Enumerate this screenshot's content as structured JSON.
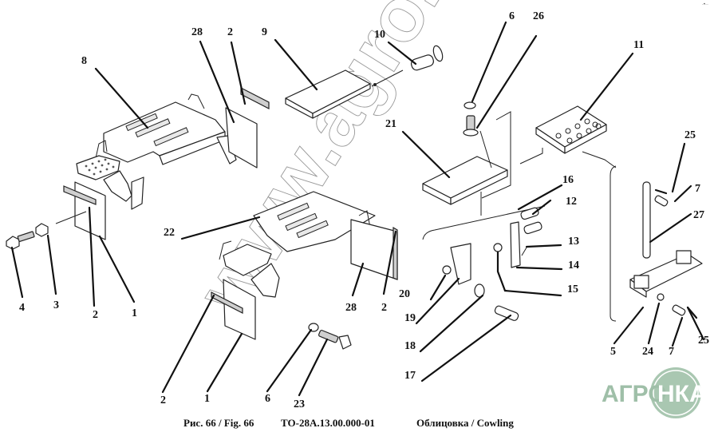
{
  "figure": {
    "caption_fig": "Рис. 66 / Fig. 66",
    "caption_code": "ТО-28А.13.00.000-01",
    "caption_title": "Облицовка / Cowling"
  },
  "watermark": {
    "text": "www.agro.by"
  },
  "logo": {
    "left_text": "АГРО",
    "right_text": "НКА",
    "color": "#9fbfa8",
    "circle_color": "#a9c7b1"
  },
  "corner_mark": "·•··",
  "callouts": [
    {
      "id": "c-8",
      "label": "8"
    },
    {
      "id": "c-28a",
      "label": "28"
    },
    {
      "id": "c-2a",
      "label": "2"
    },
    {
      "id": "c-9",
      "label": "9"
    },
    {
      "id": "c-10",
      "label": "10"
    },
    {
      "id": "c-6a",
      "label": "6"
    },
    {
      "id": "c-26",
      "label": "26"
    },
    {
      "id": "c-11",
      "label": "11"
    },
    {
      "id": "c-21",
      "label": "21"
    },
    {
      "id": "c-25a",
      "label": "25"
    },
    {
      "id": "c-7a",
      "label": "7"
    },
    {
      "id": "c-27",
      "label": "27"
    },
    {
      "id": "c-16",
      "label": "16"
    },
    {
      "id": "c-12",
      "label": "12"
    },
    {
      "id": "c-13",
      "label": "13"
    },
    {
      "id": "c-14",
      "label": "14"
    },
    {
      "id": "c-15",
      "label": "15"
    },
    {
      "id": "c-22",
      "label": "22"
    },
    {
      "id": "c-28b",
      "label": "28"
    },
    {
      "id": "c-2b",
      "label": "2"
    },
    {
      "id": "c-20",
      "label": "20"
    },
    {
      "id": "c-19",
      "label": "19"
    },
    {
      "id": "c-18",
      "label": "18"
    },
    {
      "id": "c-17",
      "label": "17"
    },
    {
      "id": "c-4",
      "label": "4"
    },
    {
      "id": "c-3",
      "label": "3"
    },
    {
      "id": "c-2c",
      "label": "2"
    },
    {
      "id": "c-1a",
      "label": "1"
    },
    {
      "id": "c-2d",
      "label": "2"
    },
    {
      "id": "c-1b",
      "label": "1"
    },
    {
      "id": "c-6b",
      "label": "6"
    },
    {
      "id": "c-23",
      "label": "23"
    },
    {
      "id": "c-5",
      "label": "5"
    },
    {
      "id": "c-24",
      "label": "24"
    },
    {
      "id": "c-7b",
      "label": "7"
    },
    {
      "id": "c-25b",
      "label": "25"
    }
  ]
}
